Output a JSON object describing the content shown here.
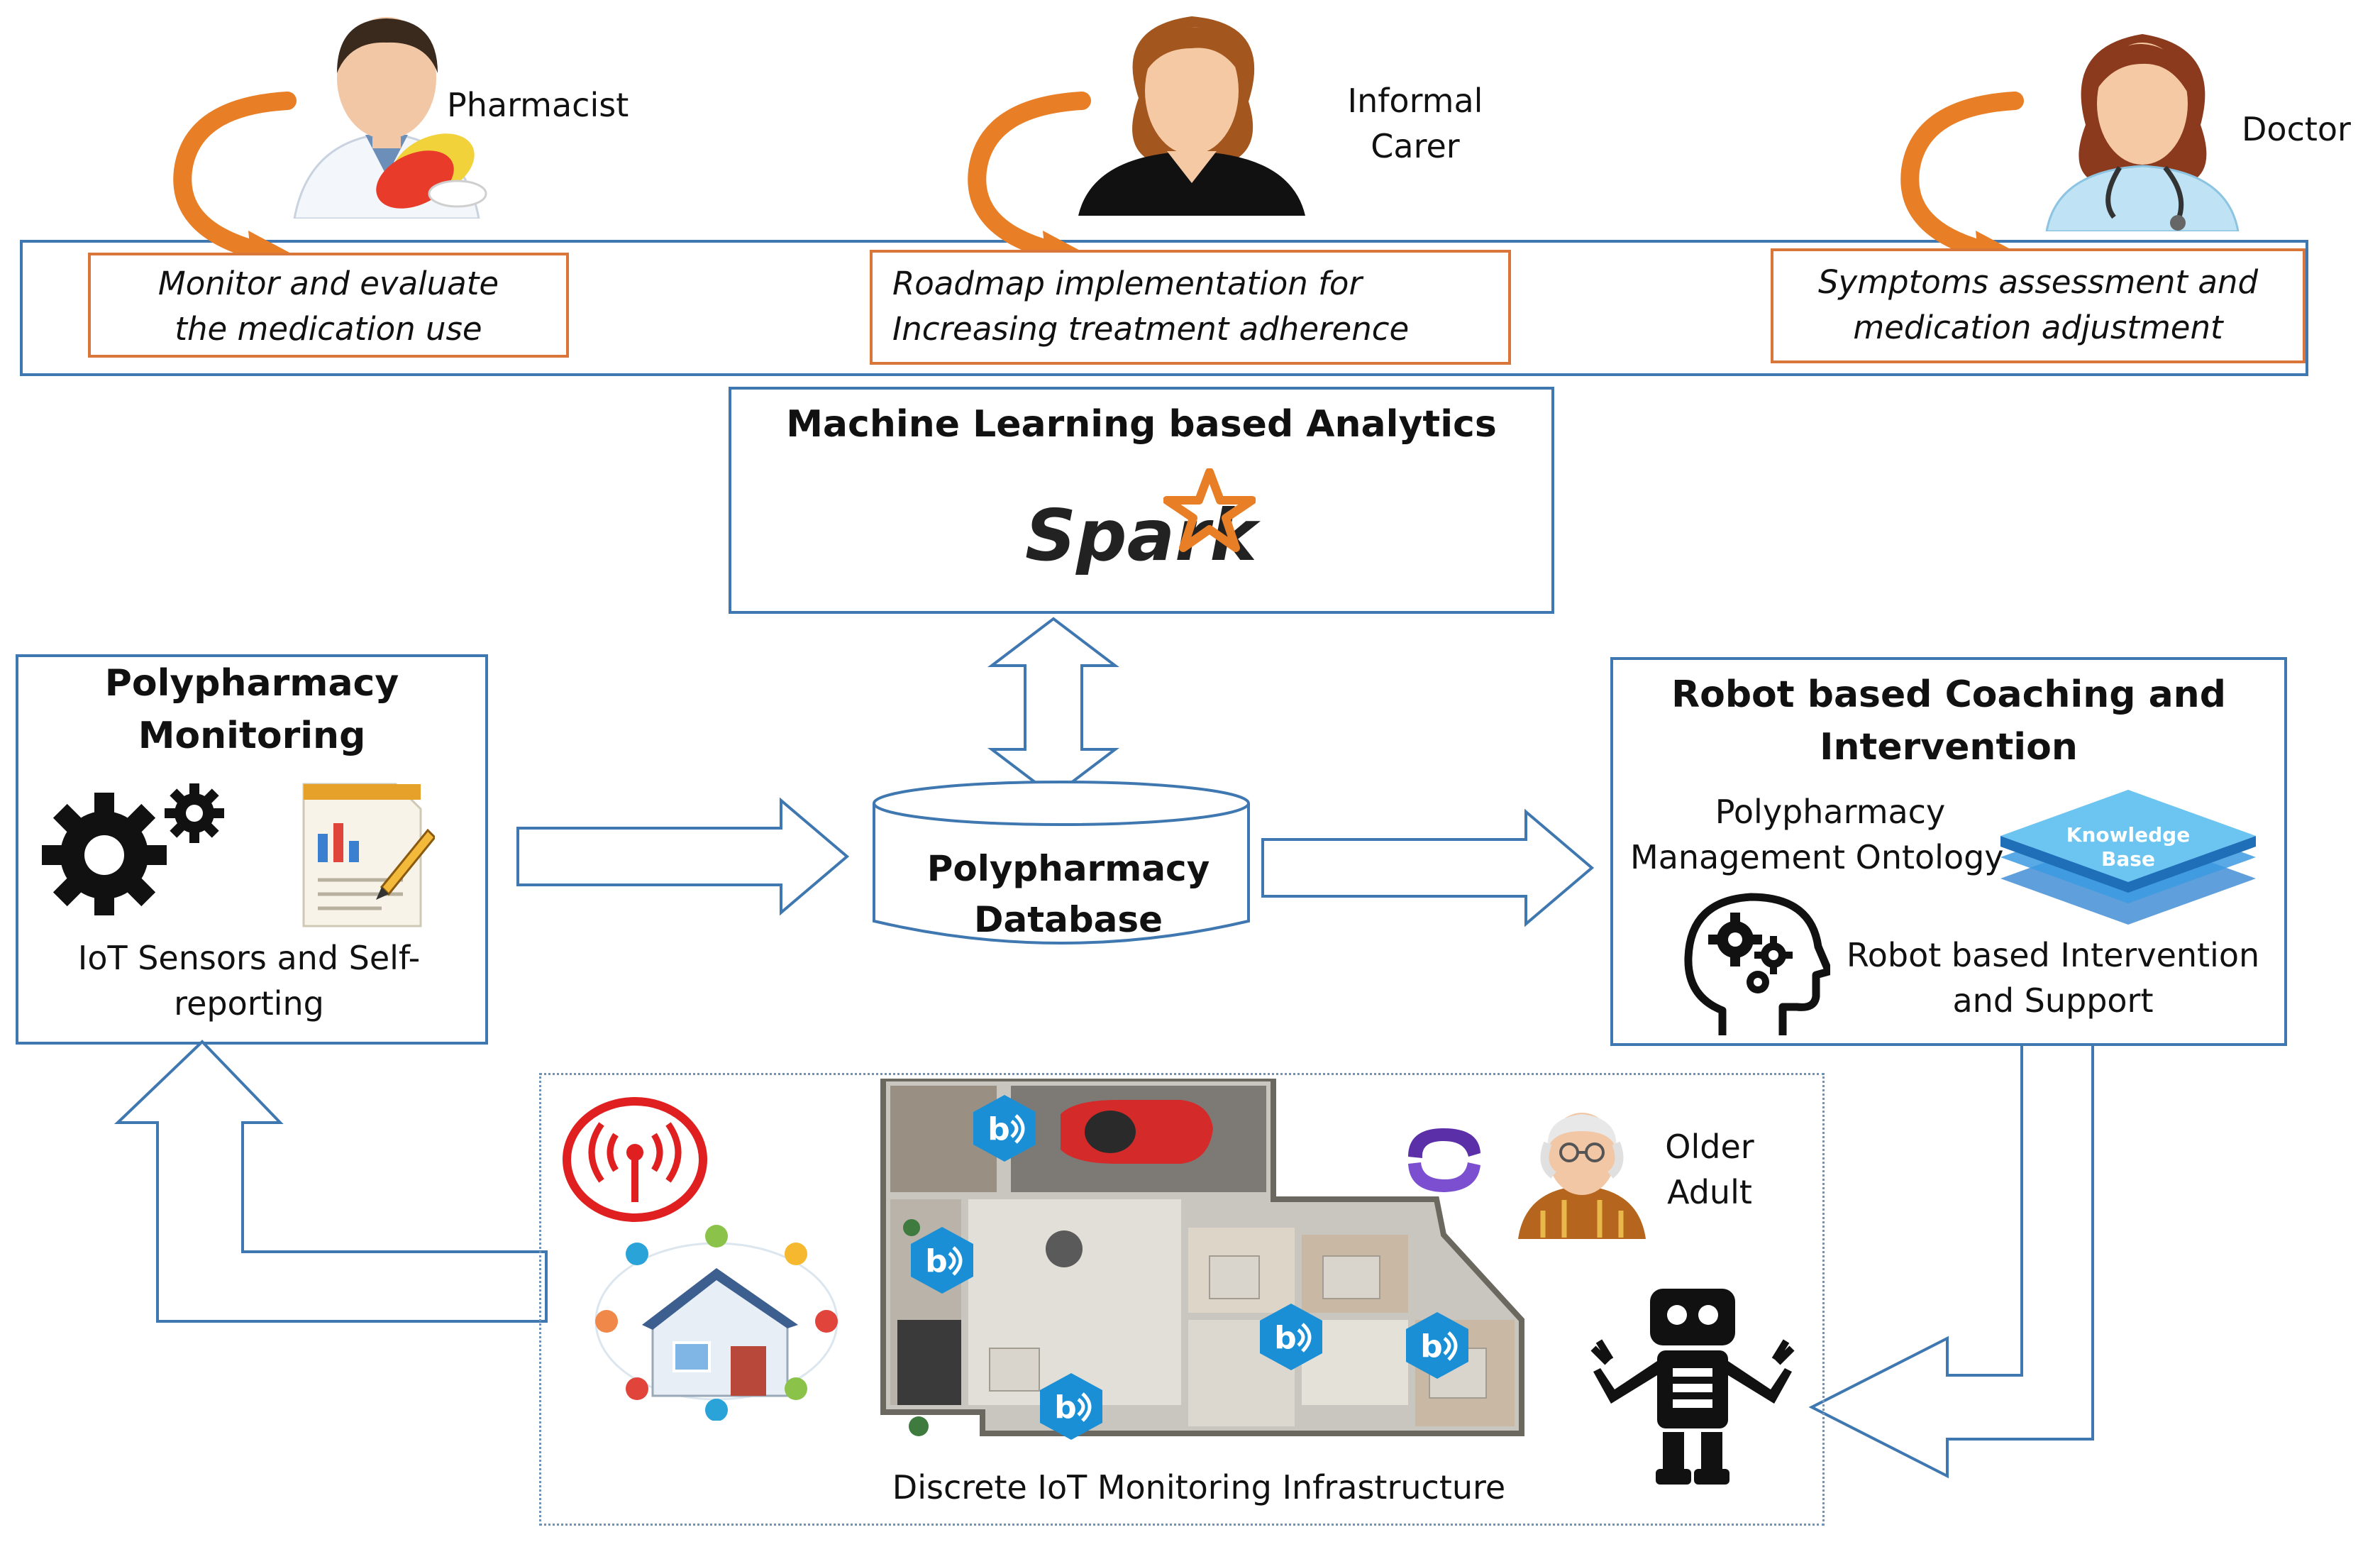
{
  "roles": {
    "pharmacist": {
      "label": "Pharmacist",
      "task_line1": "Monitor and evaluate",
      "task_line2": "the medication use"
    },
    "informal_carer": {
      "label_line1": "Informal",
      "label_line2": "Carer",
      "task_line1": "Roadmap implementation for",
      "task_line2": "Increasing  treatment adherence"
    },
    "doctor": {
      "label": "Doctor",
      "task_line1": "Symptoms assessment and",
      "task_line2": "medication adjustment"
    }
  },
  "analytics": {
    "title": "Machine Learning based Analytics",
    "logo_text": "Spark"
  },
  "monitoring": {
    "title_line1": "Polypharmacy",
    "title_line2": "Monitoring",
    "caption_line1": "IoT Sensors and Self-",
    "caption_line2": "reporting"
  },
  "database": {
    "title_line1": "Polypharmacy",
    "title_line2": "Database"
  },
  "robot": {
    "title_line1": "Robot based Coaching and",
    "title_line2": "Intervention",
    "ontology_line1": "Polypharmacy",
    "ontology_line2": "Management Ontology",
    "kb_line1": "Knowledge",
    "kb_line2": "Base",
    "support_line1": "Robot based Intervention",
    "support_line2": "and Support"
  },
  "infrastructure": {
    "caption": "Discrete IoT Monitoring Infrastructure",
    "older_adult_line1": "Older",
    "older_adult_line2": "Adult",
    "beacon_glyph": "b"
  },
  "colors": {
    "box_border": "#3f78b0",
    "task_border": "#d9773a",
    "arrow_orange": "#e87e26",
    "beacon_blue": "#1a8fd6",
    "wifi_red": "#e02020"
  }
}
